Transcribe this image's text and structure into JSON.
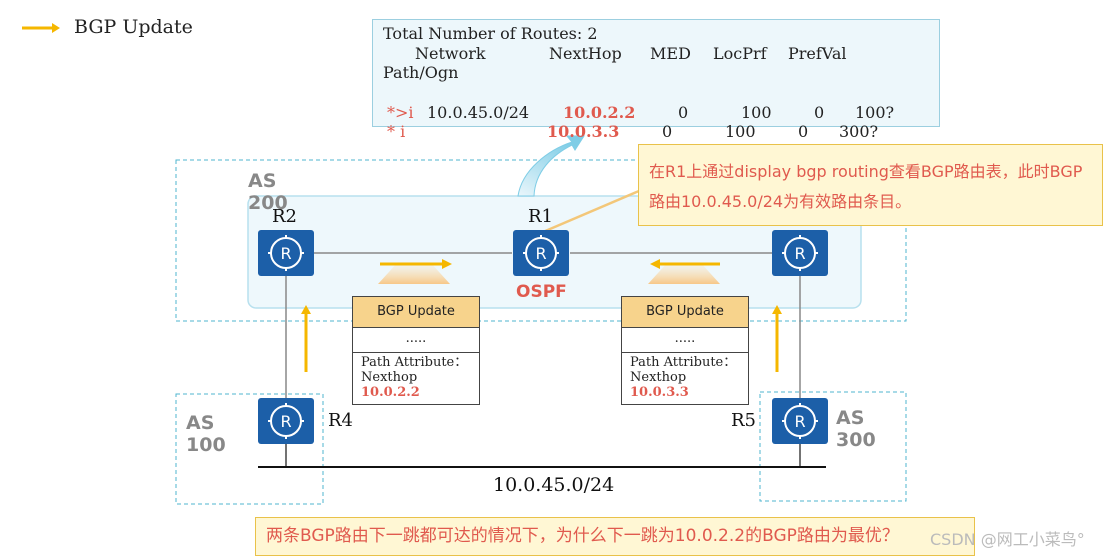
{
  "legend": {
    "label": "BGP Update",
    "color": "#f5b700"
  },
  "route_table": {
    "title": "Total Number of Routes: 2",
    "headers": [
      "Network",
      "NextHop",
      "MED",
      "LocPrf",
      "PrefVal"
    ],
    "header_wrap": "Path/Ogn",
    "rows": [
      {
        "status": "*>i",
        "network": "10.0.45.0/24",
        "nexthop": "10.0.2.2",
        "med": "0",
        "locprf": "100",
        "prefval": "0",
        "path": "100?"
      },
      {
        "status": "* i",
        "network": "",
        "nexthop": "10.0.3.3",
        "med": "0",
        "locprf": "100",
        "prefval": "0",
        "path": "300?"
      }
    ]
  },
  "as_areas": {
    "as200": "AS\n200",
    "as100": "AS\n100",
    "as300": "AS\n300"
  },
  "routers": {
    "r1": "R1",
    "r2": "R2",
    "r4": "R4",
    "r5": "R5"
  },
  "ospf_label": "OSPF",
  "callout": "在R1上通过display bgp routing查看BGP路由表，此时BGP路由10.0.45.0/24为有效路由条目。",
  "updates": [
    {
      "header": "BGP Update",
      "dots": ".....",
      "attr_label": "Path Attribute：",
      "nexthop_label": "Nexthop",
      "nexthop_value": "10.0.2.2"
    },
    {
      "header": "BGP Update",
      "dots": ".....",
      "attr_label": "Path Attribute：",
      "nexthop_label": "Nexthop",
      "nexthop_value": "10.0.3.3"
    }
  ],
  "network_label": "10.0.45.0/24",
  "question": "两条BGP路由下一跳都可达的情况下，为什么下一跳为10.0.2.2的BGP路由为最优？",
  "watermark": "CSDN @网工小菜鸟°",
  "colors": {
    "router": "#1c5fa8",
    "accent_red": "#e05a4e",
    "arrow": "#f5b700",
    "callout_bg": "#fff7d4",
    "dashed": "#4fb6cf"
  }
}
